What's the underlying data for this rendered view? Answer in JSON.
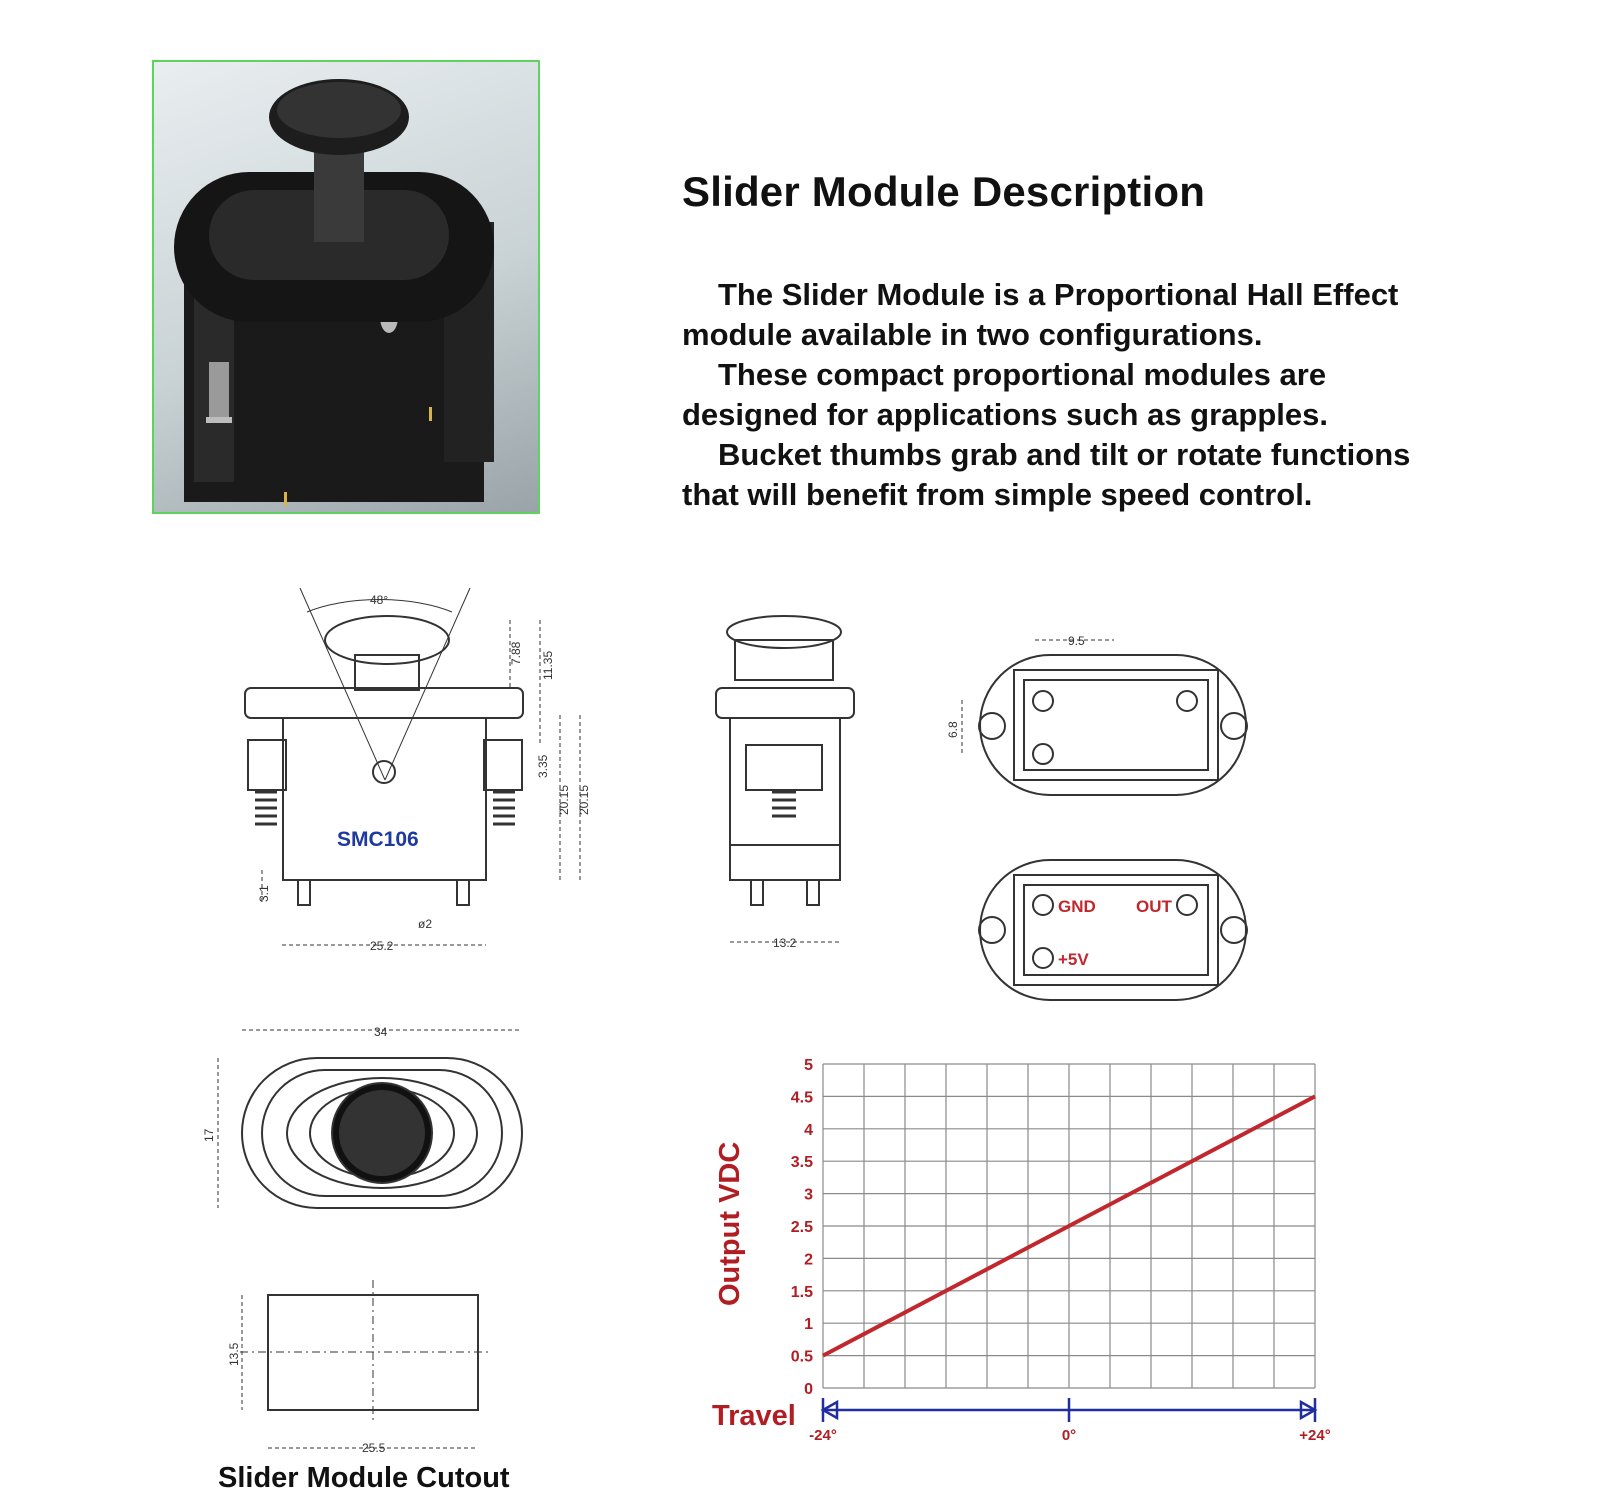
{
  "description": {
    "title": "Slider Module Description",
    "paragraphs": [
      "The Slider Module is a Proportional Hall Effect",
      "module available in two configurations.",
      "These compact proportional modules are",
      "designed for applications such as grapples.",
      "Bucket thumbs grab and tilt or rotate functions",
      "that will benefit from simple speed control."
    ]
  },
  "drawing": {
    "model_label": "SMC106",
    "angle": "48°",
    "dims": {
      "d788": "7.88",
      "d1135": "11.35",
      "d335": "3.35",
      "d2015a": "20.15",
      "d2015b": "20.15",
      "d31": "3.1",
      "phi2": "ø2",
      "d252": "25.2",
      "d132": "13.2",
      "d95": "9.5",
      "d68": "6.8",
      "d34": "34",
      "d17": "17",
      "d135": "13.5",
      "d255": "25.5"
    },
    "pins": {
      "gnd": "GND",
      "out": "OUT",
      "v5": "+5V"
    }
  },
  "cutout_caption": "Slider Module Cutout",
  "chart_data": {
    "type": "line",
    "title": "",
    "xlabel": "Travel",
    "ylabel": "Output VDC",
    "x_ticks": [
      "-24°",
      "0°",
      "+24°"
    ],
    "y_ticks": [
      "0",
      "0.5",
      "1",
      "1.5",
      "2",
      "2.5",
      "3",
      "3.5",
      "4",
      "4.5",
      "5"
    ],
    "xlim": [
      -24,
      24
    ],
    "ylim": [
      0,
      5
    ],
    "grid": true,
    "series": [
      {
        "x": [
          -24,
          24
        ],
        "y": [
          0.5,
          4.5
        ],
        "color": "#c0282d"
      }
    ],
    "colors": {
      "line": "#c0282d",
      "axis_text": "#b01e23",
      "travel_arrow": "#1f2fa0",
      "grid": "#8a8a8a"
    }
  }
}
